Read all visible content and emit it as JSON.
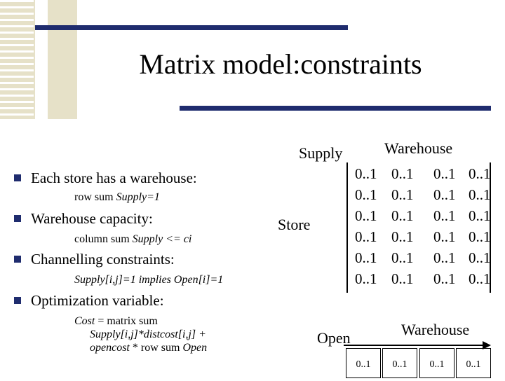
{
  "title": "Matrix model:constraints",
  "labels": {
    "supply": "Supply",
    "warehouse_top": "Warehouse",
    "store": "Store",
    "open": "Open",
    "warehouse_bottom": "Warehouse"
  },
  "bullets": [
    {
      "text": "Each store has a warehouse:",
      "sub_plain": "row sum ",
      "sub_italic": "Supply=1"
    },
    {
      "text": "Warehouse capacity:",
      "sub_plain": "column sum ",
      "sub_italic": "Supply <= ci"
    },
    {
      "text": "Channelling constraints:",
      "sub_plain": "",
      "sub_italic": "Supply[i,j]=1 implies Open[i]=1"
    },
    {
      "text": "Optimization variable:",
      "sub_lines": [
        {
          "italic": "Cost",
          "plain": " = matrix sum"
        },
        {
          "italic": "Supply[i,j]*distcost[i,j] +"
        },
        {
          "italic": "opencost",
          "plain": " * row sum ",
          "italic2": "Open"
        }
      ]
    }
  ],
  "supply_matrix": [
    [
      "0..1",
      "0..1",
      "0..1",
      "0..1"
    ],
    [
      "0..1",
      "0..1",
      "0..1",
      "0..1"
    ],
    [
      "0..1",
      "0..1",
      "0..1",
      "0..1"
    ],
    [
      "0..1",
      "0..1",
      "0..1",
      "0..1"
    ],
    [
      "0..1",
      "0..1",
      "0..1",
      "0..1"
    ],
    [
      "0..1",
      "0..1",
      "0..1",
      "0..1"
    ]
  ],
  "open_vector": [
    "0..1",
    "0..1",
    "0..1",
    "0..1"
  ],
  "colors": {
    "rule": "#1f2c6e",
    "decor": "#e6e1c8",
    "bullet": "#1f2c6e"
  }
}
